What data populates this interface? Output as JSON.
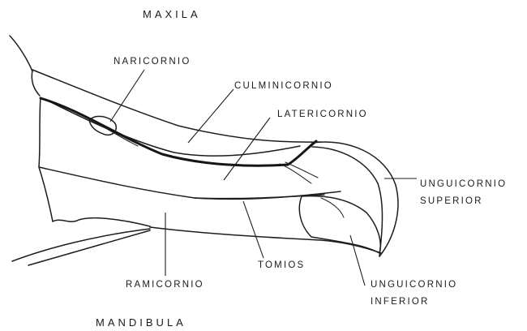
{
  "titles": {
    "top": "MAXILA",
    "bottom": "MANDIBULA"
  },
  "labels": {
    "naricornio": "NARICORNIO",
    "culminicornio": "CULMINICORNIO",
    "latericornio": "LATERICORNIO",
    "unguicornio_superior_line1": "UNGUICORNIO",
    "unguicornio_superior_line2": "SUPERIOR",
    "tomios": "TOMIOS",
    "ramicornio": "RAMICORNIO",
    "unguicornio_inferior_line1": "UNGUICORNIO",
    "unguicornio_inferior_line2": "INFERIOR"
  }
}
